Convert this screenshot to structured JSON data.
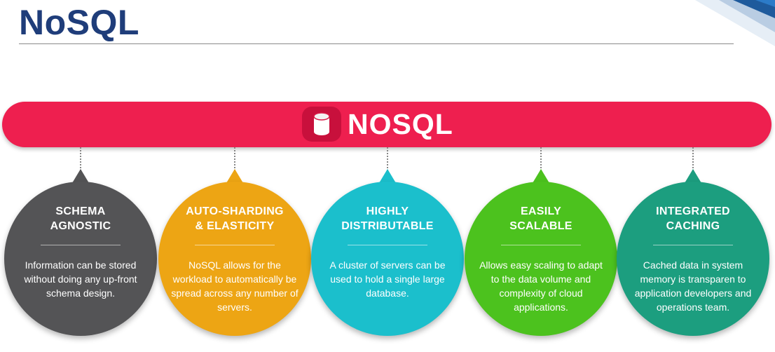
{
  "page_title": "NoSQL",
  "banner": {
    "label": "NOSQL",
    "icon": "database-icon",
    "color": "#ee1f4f"
  },
  "features": [
    {
      "id": "schema-agnostic",
      "title": "SCHEMA\nAGNOSTIC",
      "description": "Information can be stored without doing any up-front schema design.",
      "color": "#545456"
    },
    {
      "id": "auto-sharding",
      "title": "AUTO-SHARDING\n& ELASTICITY",
      "description": "NoSQL allows for the workload to automatically be spread across any number of servers.",
      "color": "#eda514"
    },
    {
      "id": "highly-distributable",
      "title": "HIGHLY\nDISTRIBUTABLE",
      "description": "A cluster of servers can be used to hold a single large database.",
      "color": "#1bbfcc"
    },
    {
      "id": "easily-scalable",
      "title": "EASILY\nSCALABLE",
      "description": "Allows easy scaling to adapt to the data volume and complexity of cloud applications.",
      "color": "#4cc21e"
    },
    {
      "id": "integrated-caching",
      "title": "INTEGRATED\nCACHING",
      "description": "Cached data in system memory is transparen to application developers and operations team.",
      "color": "#1c9e7f"
    }
  ]
}
